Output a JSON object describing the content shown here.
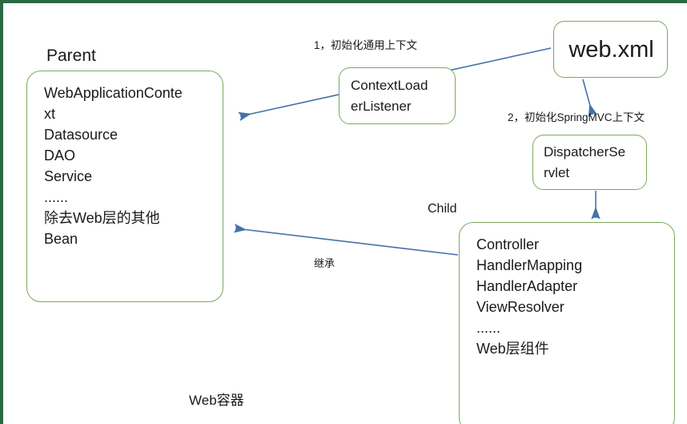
{
  "slide": {
    "frame_color": "#2b6a45",
    "box_border_color": "#7aa95c",
    "arrow_color": "#4472a8",
    "background": "#ffffff"
  },
  "labels": {
    "parent": "Parent",
    "child": "Child",
    "web_container": "Web容器",
    "inherit": "继承",
    "step1": "1，初始化通用上下文",
    "step2": "2，初始化SpringMVC上下文"
  },
  "boxes": {
    "parent_context": {
      "name": "parent-context-box",
      "lines": [
        "WebApplicationConte",
        "xt",
        "Datasource",
        "DAO",
        "Service",
        "......",
        "除去Web层的其他",
        "Bean"
      ],
      "text": "WebApplicationConte\nxt\nDatasource\nDAO\nService\n......\n除去Web层的其他\nBean"
    },
    "context_loader_listener": {
      "name": "context-loader-listener-box",
      "lines": [
        "ContextLoad",
        "erListener"
      ],
      "text": "ContextLoad\nerListener"
    },
    "web_xml": {
      "name": "web-xml-box",
      "text": "web.xml"
    },
    "dispatcher_servlet": {
      "name": "dispatcher-servlet-box",
      "lines": [
        "DispatcherSe",
        "rvlet"
      ],
      "text": "DispatcherSe\nrvlet"
    },
    "child_context": {
      "name": "child-context-box",
      "lines": [
        "Controller",
        "HandlerMapping",
        "HandlerAdapter",
        "ViewResolver",
        "......",
        "Web层组件"
      ],
      "text": "Controller\nHandlerMapping\nHandlerAdapter\nViewResolver\n......\nWeb层组件"
    }
  }
}
